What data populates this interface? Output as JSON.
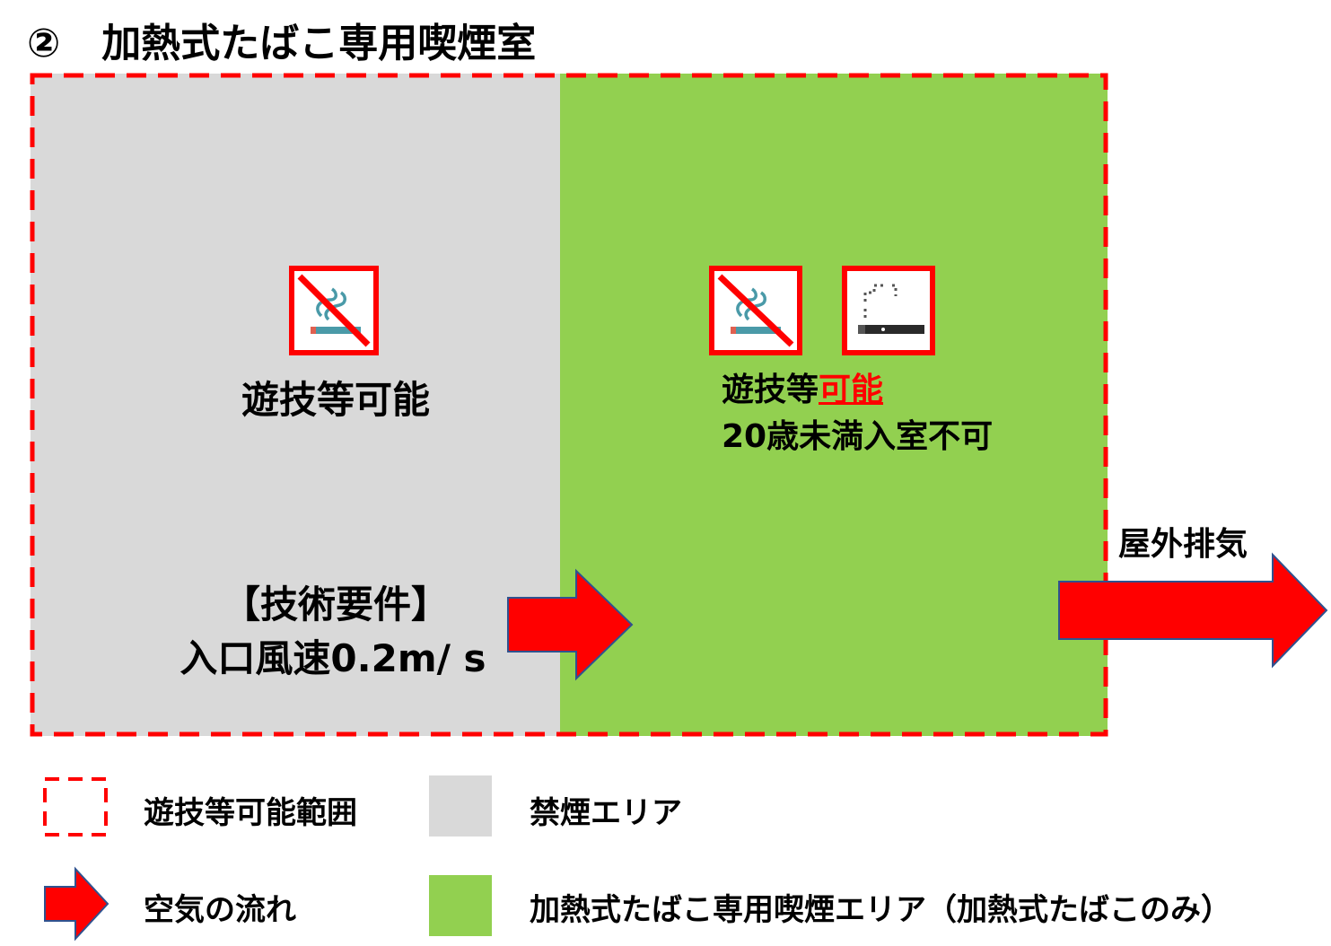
{
  "title": {
    "number": "②",
    "text": "加熱式たばこ専用喫煙室"
  },
  "areas": {
    "left": {
      "status": "遊技等可能"
    },
    "right": {
      "status_prefix": "遊技等",
      "status_emphasis": "可能",
      "restriction": "20歳未満入室不可"
    }
  },
  "requirements": {
    "heading": "【技術要件】",
    "detail": "入口風速0.2m/ s"
  },
  "exhaust_label": "屋外排気",
  "legend": {
    "play_area": "遊技等可能範囲",
    "no_smoking": "禁煙エリア",
    "air_flow": "空気の流れ",
    "heated_tobacco_area": "加熱式たばこ専用喫煙エリア（加熱式たばこのみ）"
  },
  "colors": {
    "no_smoking_area": "#d9d9d9",
    "smoking_area": "#92d050",
    "boundary": "#ff0000",
    "arrow_fill": "#ff0000",
    "arrow_stroke": "#2f528f"
  },
  "icons": {
    "no_smoking": "no-smoking-icon",
    "heated_tobacco": "heated-tobacco-icon"
  }
}
